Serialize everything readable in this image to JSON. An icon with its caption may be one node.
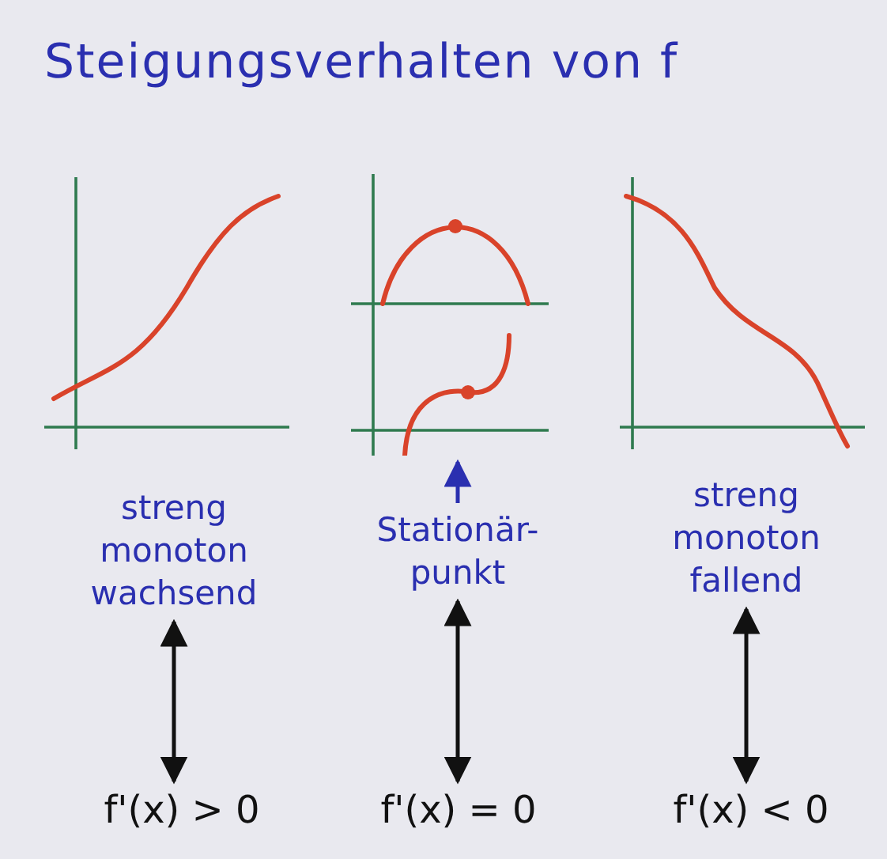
{
  "diagram": {
    "title": "Steigungsverhalten von f",
    "nodes": [
      {
        "text": [],
        "shape": "picture"
      },
      {
        "text": [],
        "shape": "picture"
      },
      {
        "text": [],
        "shape": "picture"
      },
      {
        "text": [
          "streng monoton wachsend"
        ]
      },
      {
        "text": [
          "Stationär- punkt"
        ]
      },
      {
        "text": [
          "streng monoton fallend"
        ]
      },
      {
        "text": [
          "f'(x) > 0"
        ]
      },
      {
        "text": [
          "f'(x) = 0"
        ]
      },
      {
        "text": [
          "f'(x) < 0"
        ]
      }
    ],
    "edges": [
      {
        "from": 4,
        "to": 1,
        "arrow": "to",
        "color": "#2a2fb0"
      },
      {
        "from": 3,
        "to": 6,
        "arrow": "both"
      },
      {
        "from": 4,
        "to": 7,
        "arrow": "both"
      },
      {
        "from": 5,
        "to": 8,
        "arrow": "both"
      }
    ]
  }
}
